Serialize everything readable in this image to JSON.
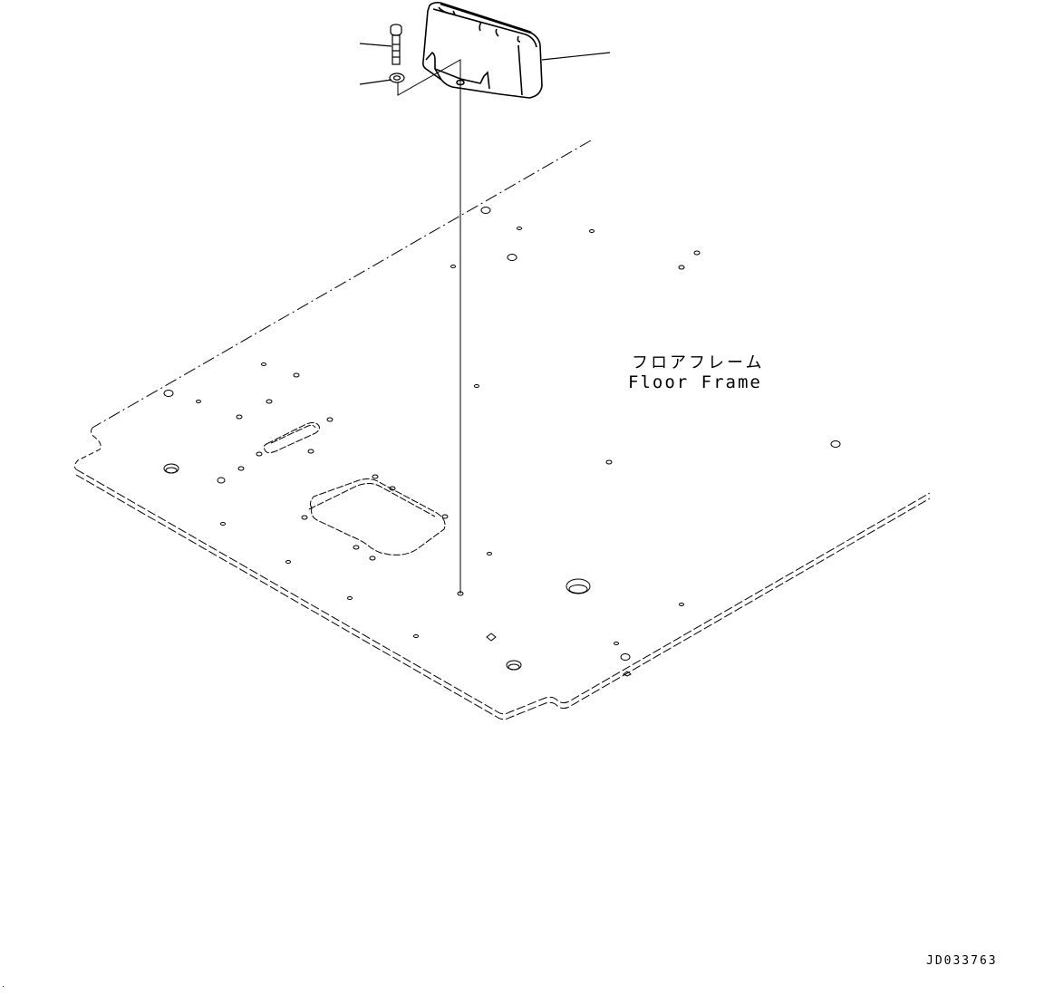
{
  "diagram": {
    "type": "exploded parts illustration",
    "part_label": {
      "japanese": "フロアフレーム",
      "english": "Floor Frame"
    },
    "drawing_id": "JD033763",
    "parts": [
      {
        "name": "bolt"
      },
      {
        "name": "washer"
      },
      {
        "name": "bracket"
      },
      {
        "name": "floor-frame"
      }
    ],
    "colors": {
      "line": "#000000",
      "background": "#ffffff"
    }
  }
}
